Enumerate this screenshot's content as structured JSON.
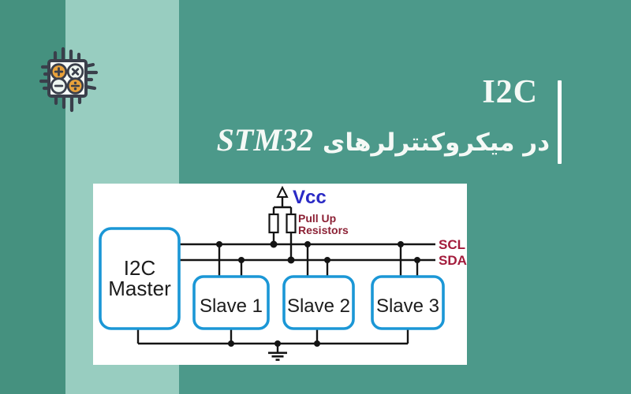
{
  "background": {
    "left_stripe_color": "#45917f",
    "light_stripe_color": "#98cdc0",
    "main_color": "#4c998a"
  },
  "header": {
    "title": "I2C",
    "subtitle": {
      "rtl_text": "در میکروکنترلرهای",
      "latin_text": "STM32"
    },
    "text_color": "#f5f9f6",
    "accent_bar_color": "#ffffff"
  },
  "chip_icon": {
    "body_color": "#3a3f4b",
    "accent_color": "#e9a23b",
    "operators": [
      "plus",
      "multiply",
      "minus",
      "divide"
    ]
  },
  "diagram": {
    "canvas_color": "#ffffff",
    "box_border_color": "#1b97d6",
    "wire_color": "#141414",
    "master": {
      "line1": "I2C",
      "line2": "Master"
    },
    "slaves": [
      "Slave 1",
      "Slave 2",
      "Slave 3"
    ],
    "power": {
      "vcc_label": "Vcc",
      "vcc_color": "#2a2ac5",
      "pullup_line1": "Pull Up",
      "pullup_line2": "Resistors",
      "pullup_color": "#8c2135"
    },
    "buses": {
      "scl": "SCL",
      "sda": "SDA",
      "label_color": "#a31c3c"
    }
  }
}
